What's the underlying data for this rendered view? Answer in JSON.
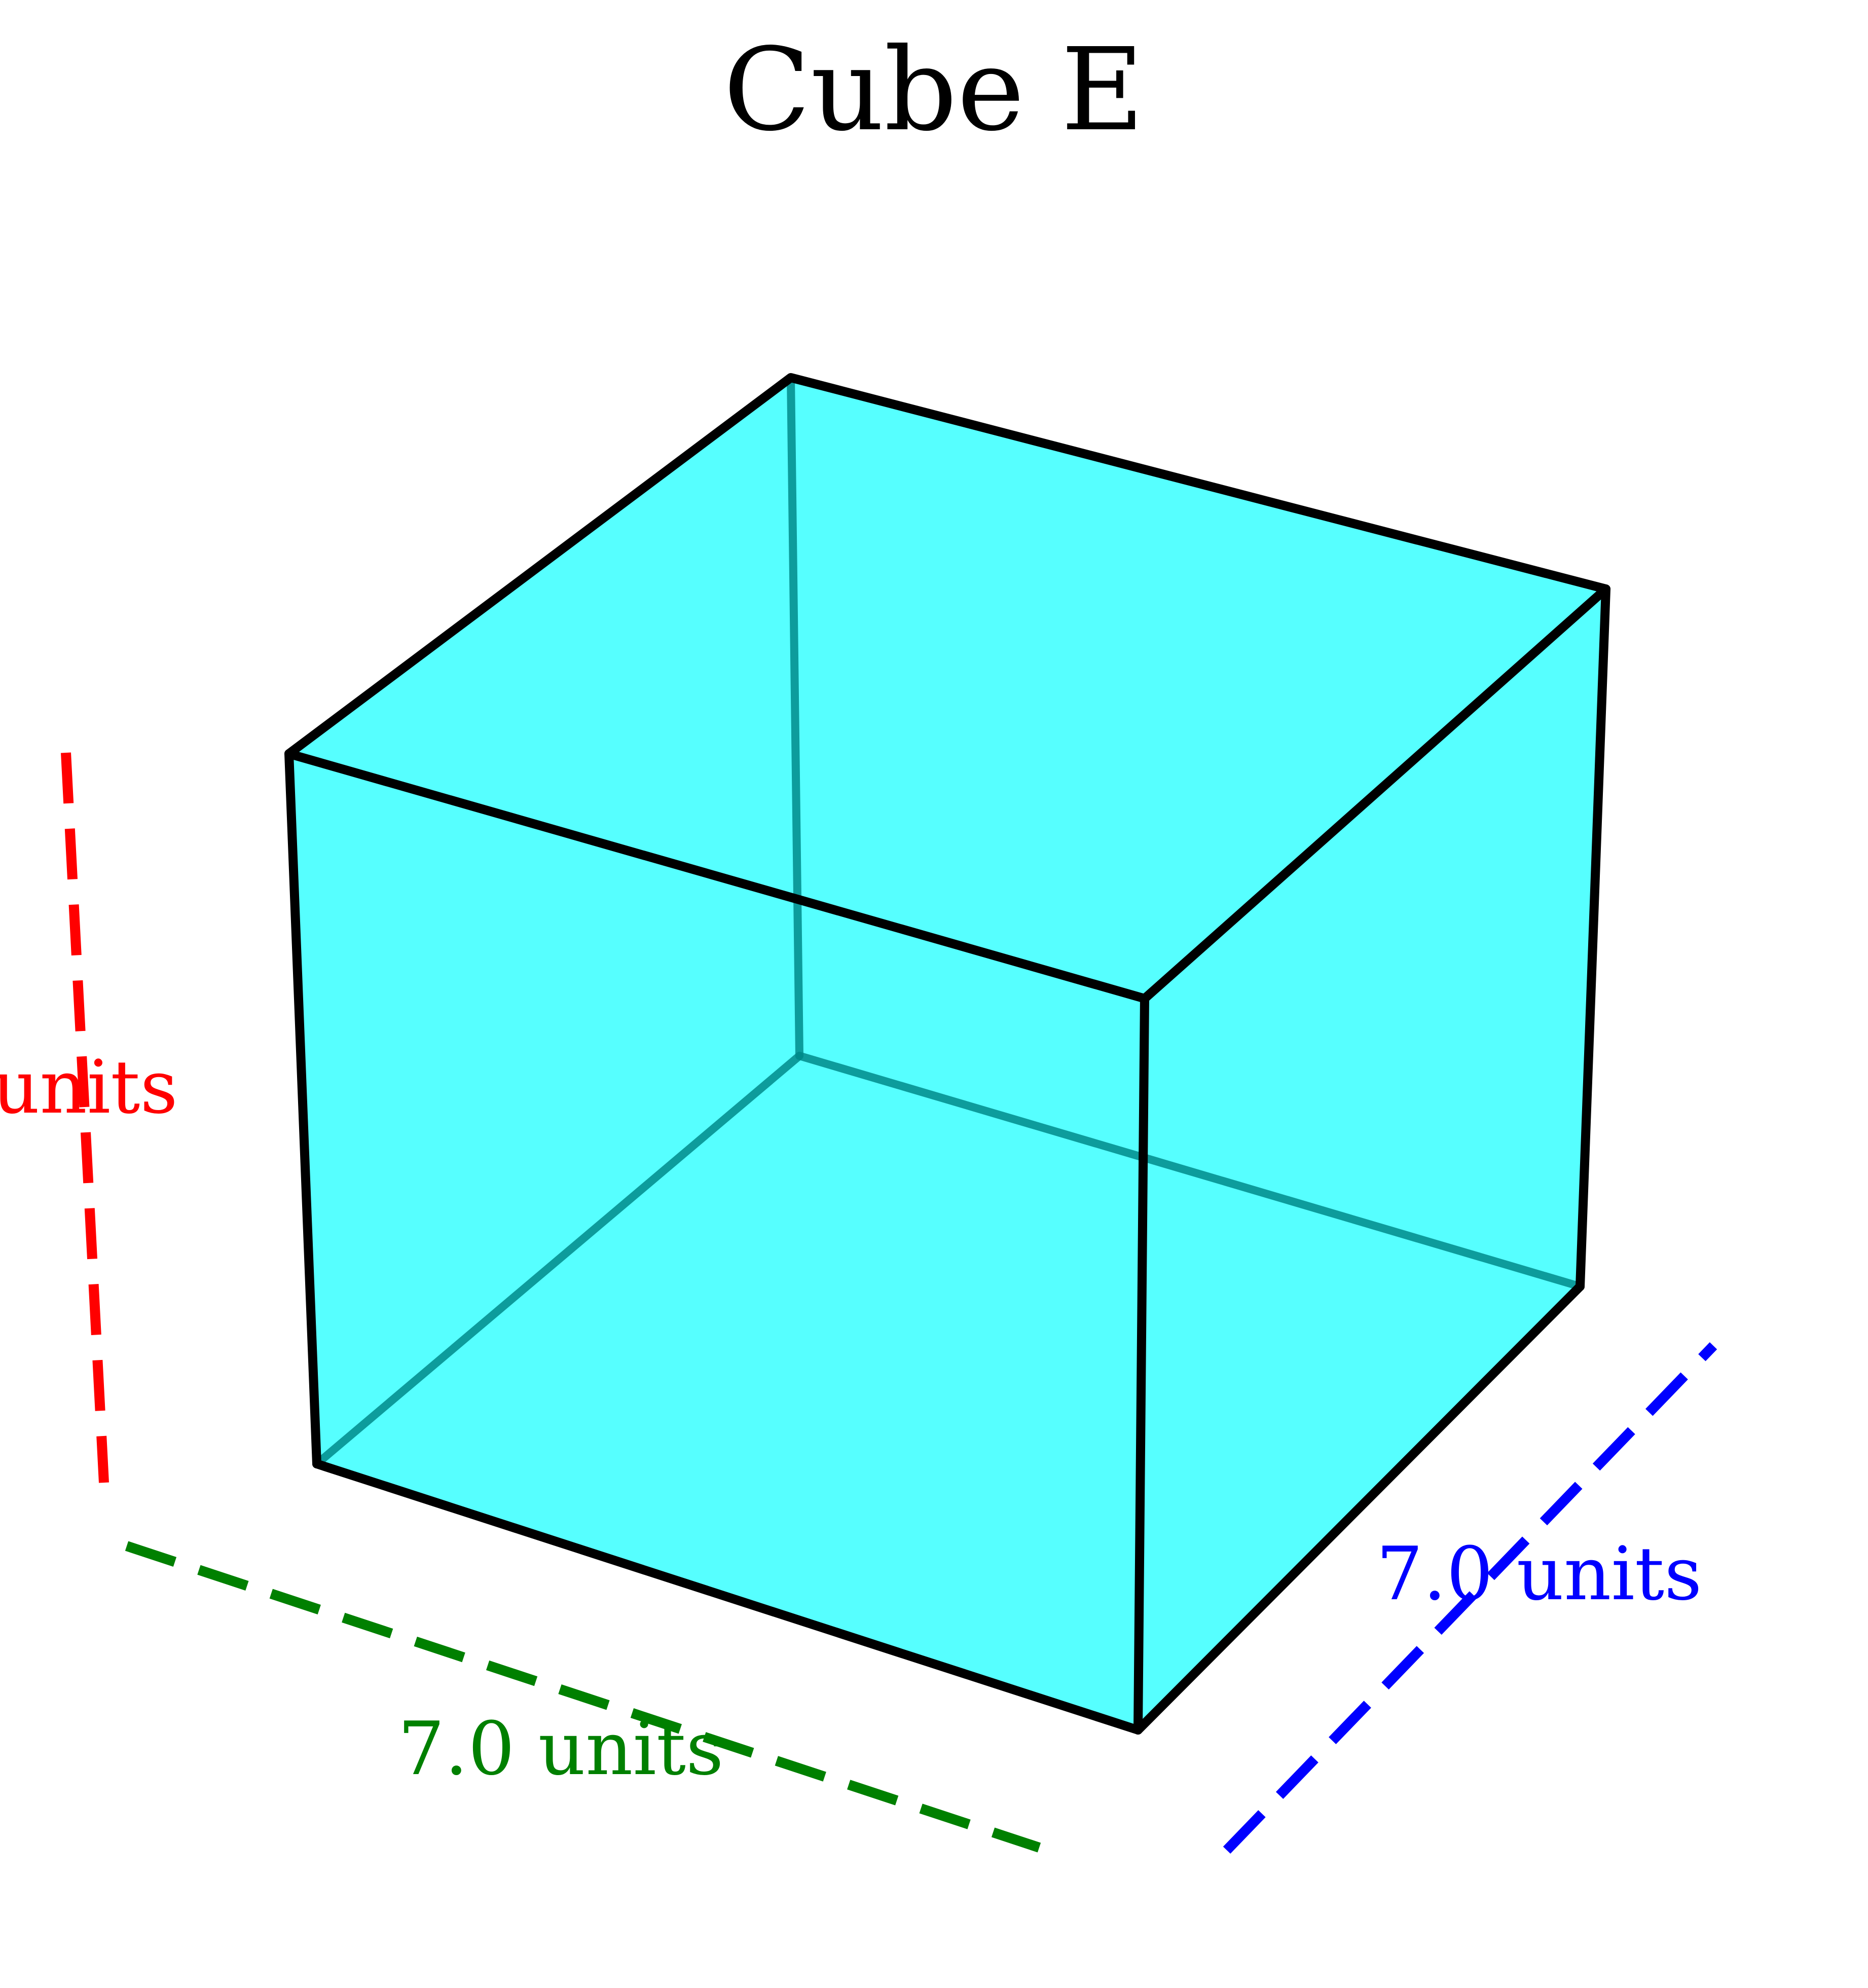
{
  "title": "Cube E",
  "labels": {
    "height": "units",
    "width": "7.0 units",
    "depth": "7.0 units"
  },
  "colors": {
    "face_fill": "#00FFFF",
    "edge": "#000000",
    "hidden_edge": "#008B8B",
    "height_dim": "#FF0000",
    "width_dim": "#008000",
    "depth_dim": "#0000FF",
    "title": "#000000"
  }
}
